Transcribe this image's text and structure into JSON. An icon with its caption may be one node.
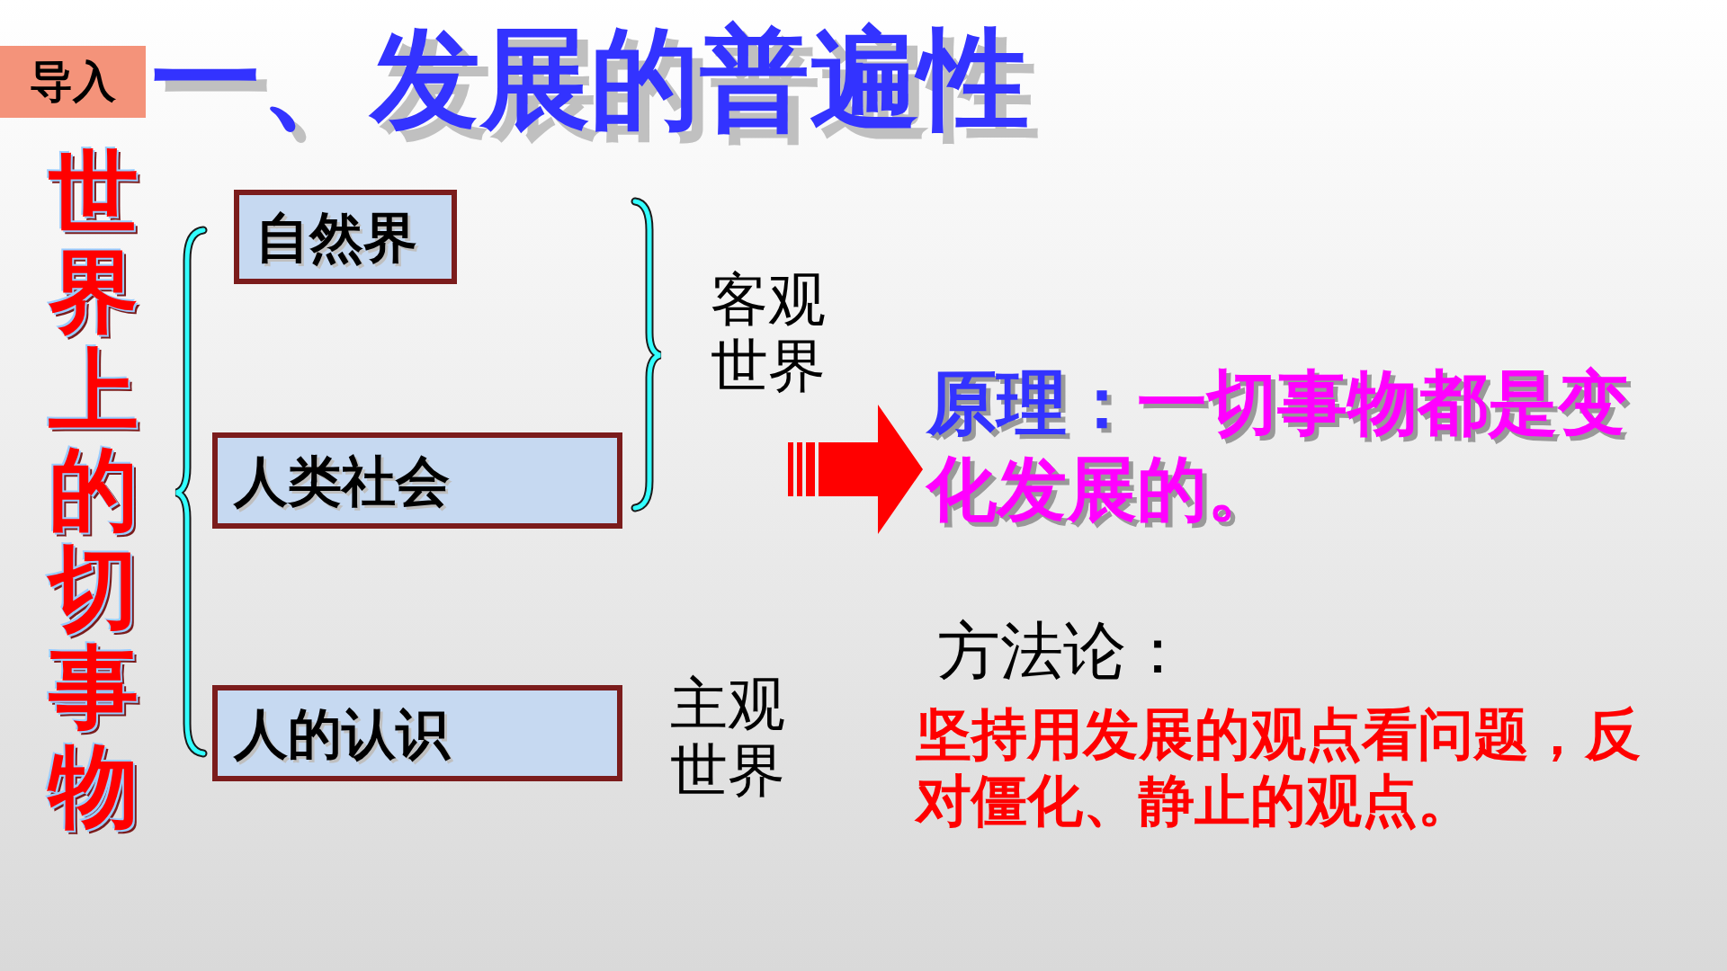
{
  "diagram": {
    "title": "一、发展的普遍性",
    "nodes": [
      {
        "text": [
          "自然界"
        ]
      },
      {
        "text": [
          "人类社会"
        ]
      },
      {
        "text": [
          "人的认识"
        ]
      },
      {
        "text": [
          "原理：",
          "一切事物都是变化发展的。"
        ]
      }
    ],
    "edges": [
      {
        "from": null,
        "to": 3,
        "arrow": "to"
      }
    ],
    "labels": [
      "导入",
      "世界上的切事物",
      "客观世界",
      "主观世界",
      "方法论：",
      "坚持用发展的观点看问题，反对僵化、静止的观点。"
    ]
  }
}
